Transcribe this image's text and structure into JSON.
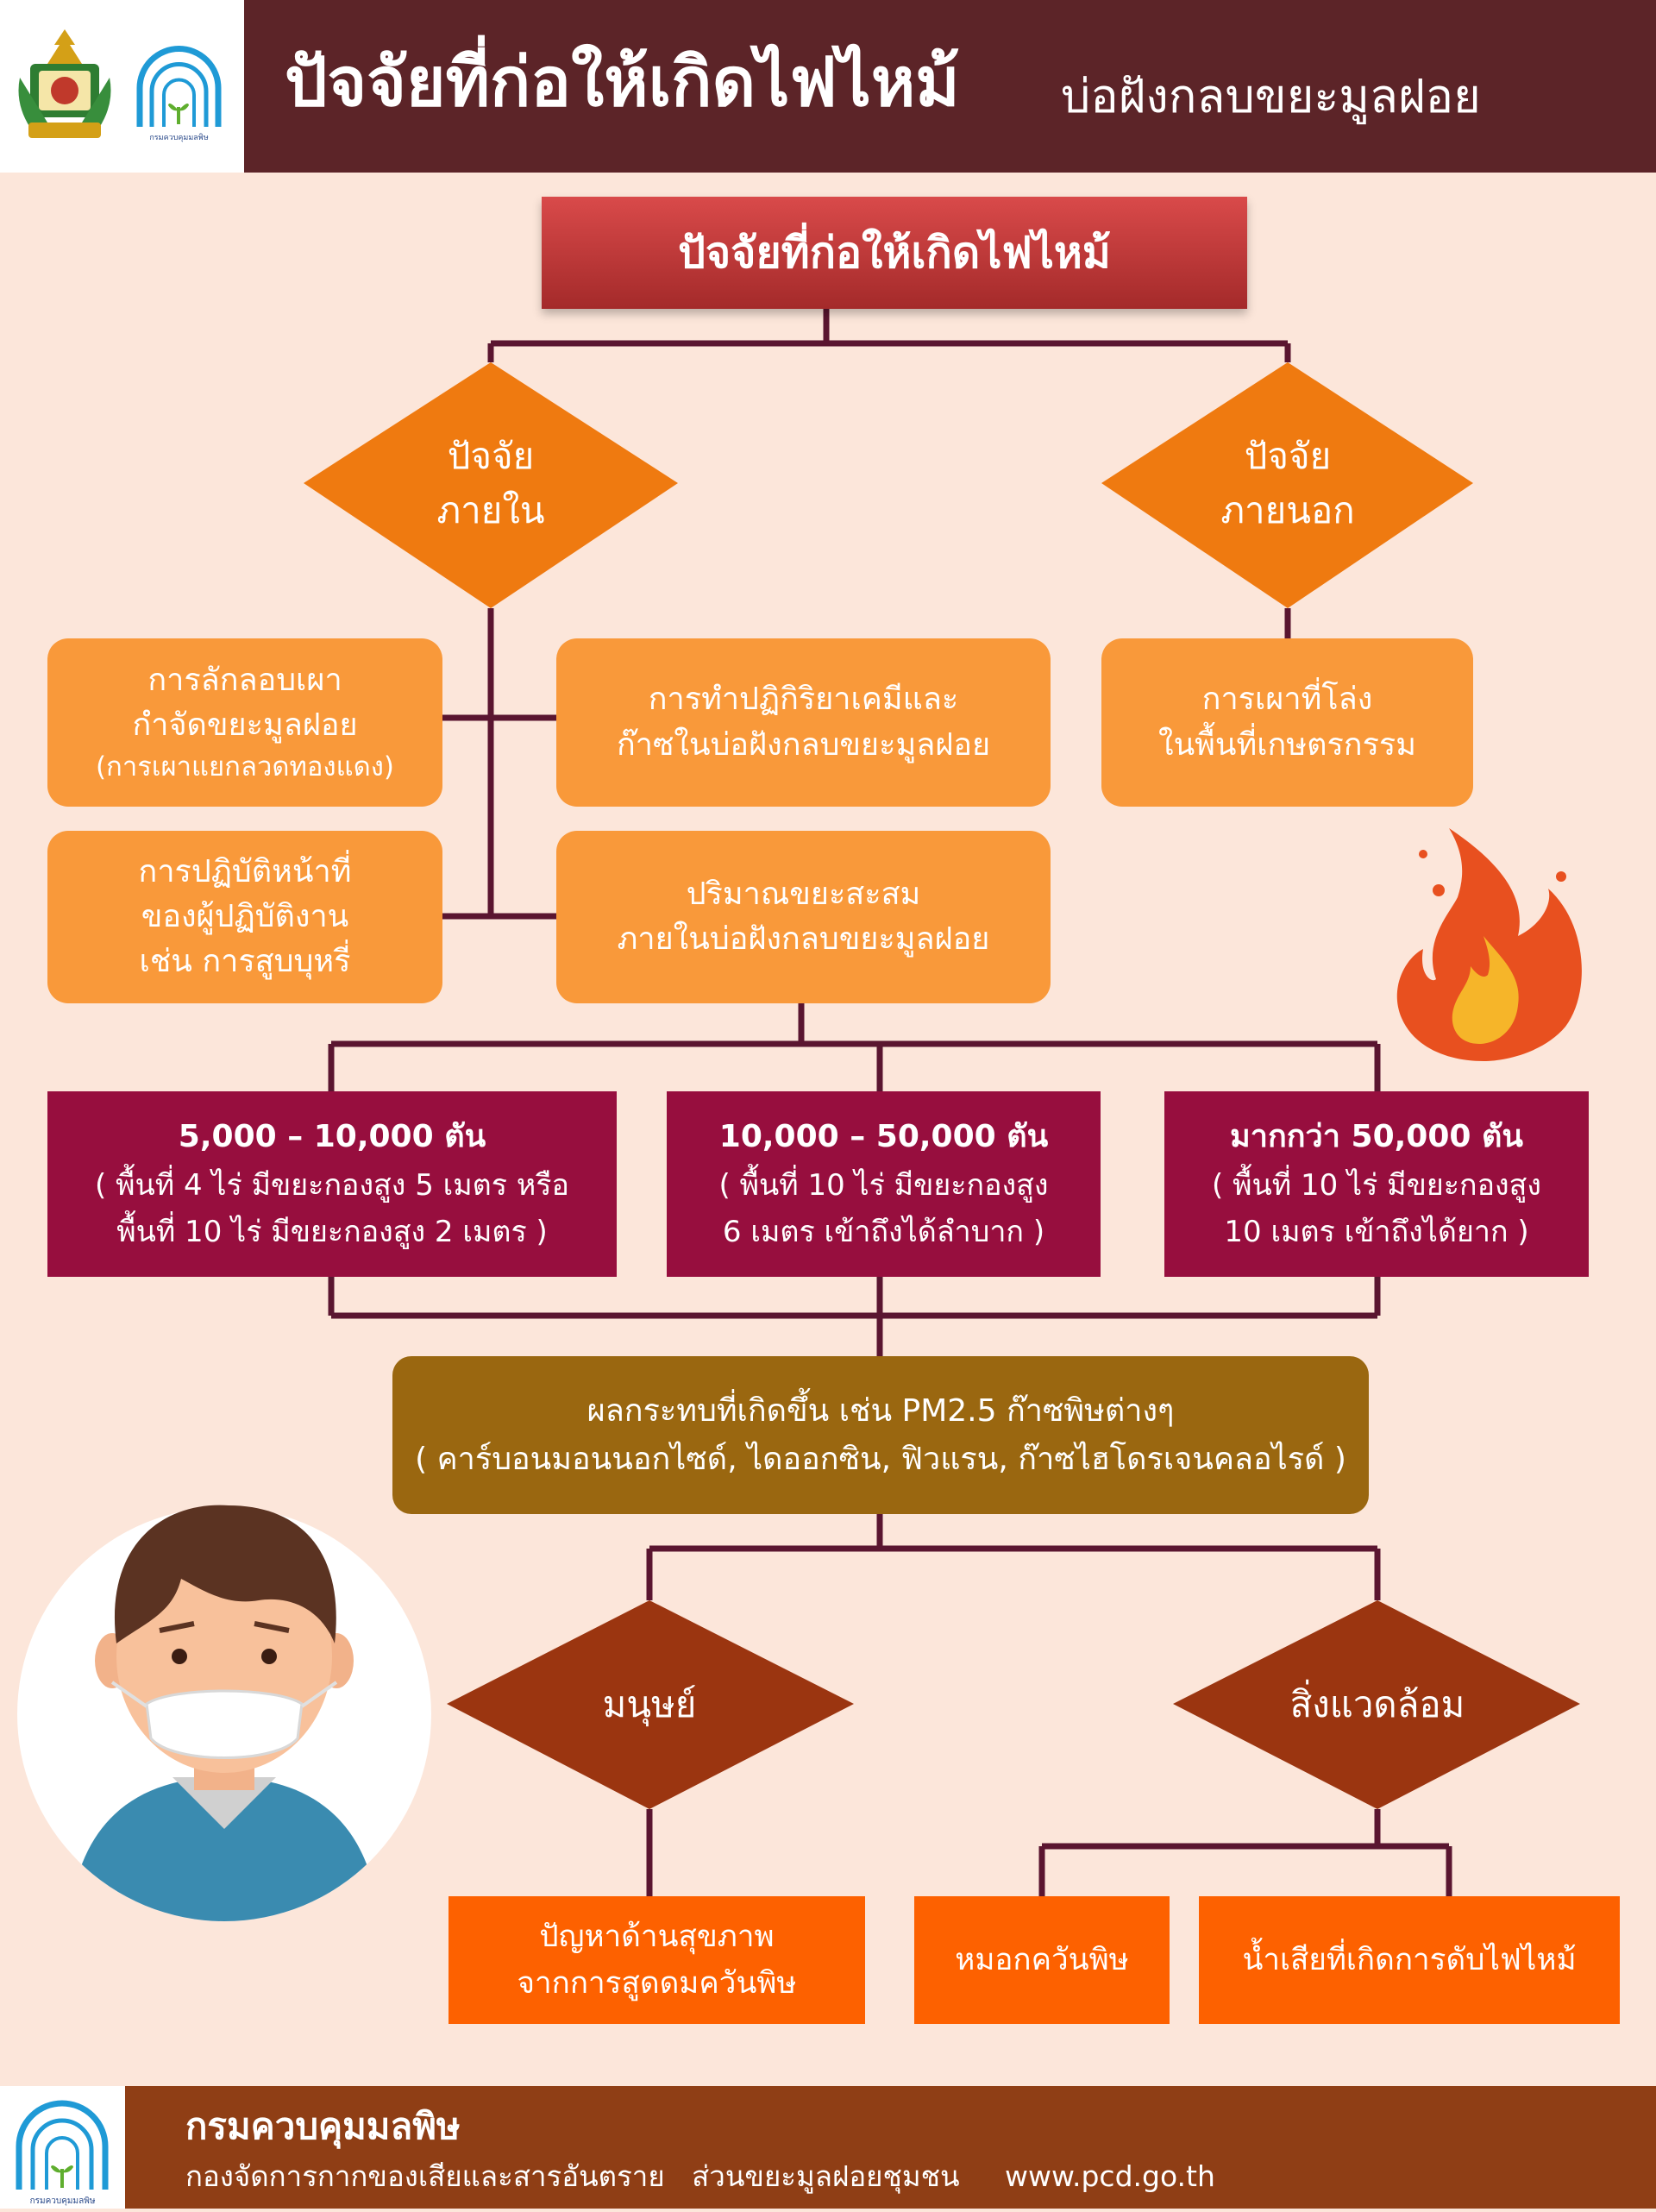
{
  "header": {
    "title_main": "ปัจจัยที่ก่อให้เกิดไฟไหม้",
    "title_sub": "บ่อฝังกลบขยะมูลฝอย",
    "logo_caption": "กรมควบคุมมลพิษ"
  },
  "diagram": {
    "root": "ปัจจัยที่ก่อให้เกิดไฟไหม้",
    "internal": {
      "line1": "ปัจจัย",
      "line2": "ภายใน"
    },
    "external": {
      "line1": "ปัจจัย",
      "line2": "ภายนอก"
    },
    "internal_factors": [
      {
        "line1": "การลักลอบเผา",
        "line2": "กำจัดขยะมูลฝอย",
        "line3": "(การเผาแยกลวดทองแดง)"
      },
      {
        "line1": "การทำปฏิกิริยาเคมีและ",
        "line2": "ก๊าซในบ่อฝังกลบขยะมูลฝอย"
      },
      {
        "line1": "การปฏิบัติหน้าที่",
        "line2": "ของผู้ปฏิบัติงาน",
        "line3": "เช่น การสูบบุหรี่"
      },
      {
        "line1": "ปริมาณขยะสะสม",
        "line2": "ภายในบ่อฝังกลบขยะมูลฝอย"
      }
    ],
    "external_factors": [
      {
        "line1": "การเผาที่โล่ง",
        "line2": "ในพื้นที่เกษตรกรรม"
      }
    ],
    "quantities": [
      {
        "title": "5,000 – 10,000 ตัน",
        "line1": "( พื้นที่ 4 ไร่ มีขยะกองสูง 5 เมตร หรือ",
        "line2": "พื้นที่ 10 ไร่ มีขยะกองสูง 2 เมตร )"
      },
      {
        "title": "10,000 – 50,000 ตัน",
        "line1": "( พื้นที่ 10 ไร่ มีขยะกองสูง",
        "line2": "6 เมตร เข้าถึงได้ลำบาก )"
      },
      {
        "title": "มากกว่า 50,000 ตัน",
        "line1": "( พื้นที่ 10 ไร่ มีขยะกองสูง",
        "line2": "10 เมตร เข้าถึงได้ยาก )"
      }
    ],
    "impact": {
      "line1": "ผลกระทบที่เกิดขึ้น เช่น PM2.5 ก๊าซพิษต่างๆ",
      "line2": "( คาร์บอนมอนนอกไซด์, ไดออกซิน, ฟิวแรน, ก๊าซไฮโดรเจนคลอไรด์ )"
    },
    "human": "มนุษย์",
    "environment": "สิ่งแวดล้อม",
    "human_effect": {
      "line1": "ปัญหาด้านสุขภาพ",
      "line2": "จากการสูดดมควันพิษ"
    },
    "env_effects": [
      "หมอกควันพิษ",
      "น้ำเสียที่เกิดการดับไฟไหม้"
    ]
  },
  "footer": {
    "org": "กรมควบคุมมลพิษ",
    "division": "กองจัดการกากของเสียและสารอันตราย",
    "section": "ส่วนขยะมูลฝอยชุมชน",
    "website": "www.pcd.go.th",
    "logo_caption": "กรมควบคุมมลพิษ"
  },
  "colors": {
    "background": "#fce6da",
    "header": "#5c2428",
    "root_box": "#c13a3a",
    "diamond_top": "#ef7a10",
    "factor_box": "#f9993a",
    "quantity_box": "#970e3e",
    "impact_box": "#9a6710",
    "diamond_bottom": "#9b3510",
    "result_box": "#fd6100",
    "connector": "#5a1530",
    "footer": "#8f3e15"
  },
  "icons": [
    "government-seal-icon",
    "pcd-logo-icon",
    "flame-icon",
    "masked-person-icon"
  ]
}
